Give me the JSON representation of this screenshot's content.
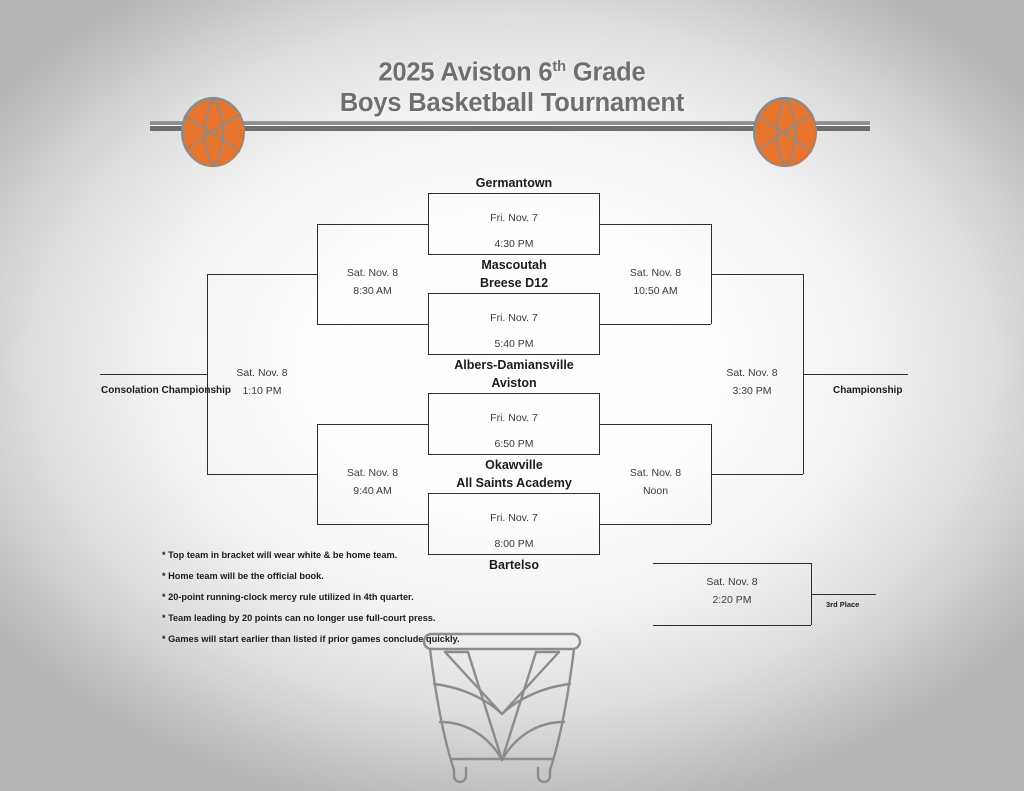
{
  "header": {
    "title_line1_pre": "2025 Aviston 6",
    "title_line1_sup": "th",
    "title_line1_post": " Grade",
    "title_line2": "Boys Basketball Tournament",
    "accent_color": "#E8742C",
    "rod_color": "#7d7d7d",
    "title_color": "#6f6f6f"
  },
  "bracket": {
    "round1": [
      {
        "top_team": "Germantown",
        "bottom_team": "Mascoutah",
        "date": "Fri. Nov. 7",
        "time": "4:30 PM"
      },
      {
        "top_team": "Breese D12",
        "bottom_team": "Albers-Damiansville",
        "date": "Fri. Nov. 7",
        "time": "5:40 PM"
      },
      {
        "top_team": "Aviston",
        "bottom_team": "Okawville",
        "date": "Fri. Nov. 7",
        "time": "6:50 PM"
      },
      {
        "top_team": "All Saints Academy",
        "bottom_team": "Bartelso",
        "date": "Fri. Nov. 7",
        "time": "8:00 PM"
      }
    ],
    "losers_round": [
      {
        "date": "Sat. Nov. 8",
        "time": "8:30 AM"
      },
      {
        "date": "Sat. Nov. 8",
        "time": "9:40 AM"
      }
    ],
    "semifinals": [
      {
        "date": "Sat. Nov. 8",
        "time": "10:50 AM"
      },
      {
        "date": "Sat. Nov. 8",
        "time": "Noon"
      }
    ],
    "consolation": {
      "date": "Sat. Nov. 8",
      "time": "1:10 PM",
      "label": "Consolation Championship"
    },
    "championship": {
      "date": "Sat. Nov. 8",
      "time": "3:30 PM",
      "label": "Championship"
    },
    "third_place": {
      "date": "Sat. Nov. 8",
      "time": "2:20 PM",
      "label": "3rd Place"
    }
  },
  "notes": [
    "* Top team in bracket will wear white & be home team.",
    "* Home team will be the official book.",
    "* 20-point running-clock mercy rule utilized in 4th quarter.",
    "* Team leading by 20 points can no longer use full-court press.",
    "* Games will start earlier than listed if prior games conclude quickly."
  ]
}
